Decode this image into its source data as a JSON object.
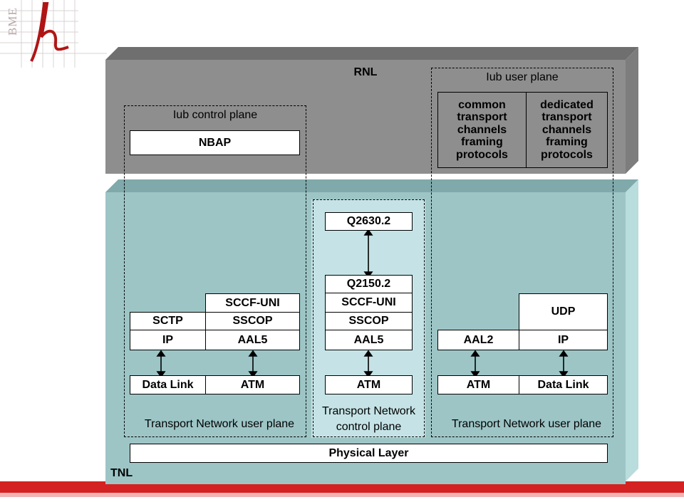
{
  "logo": {
    "text": "BME"
  },
  "rnl": {
    "label": "RNL"
  },
  "tnl": {
    "label": "TNL"
  },
  "iub_control": {
    "title": "Iub control plane",
    "nbap": "NBAP",
    "sctp": "SCTP",
    "sccf_uni": "SCCF-UNI",
    "sscop": "SSCOP",
    "ip": "IP",
    "aal5": "AAL5",
    "data_link": "Data Link",
    "atm": "ATM",
    "caption": "Transport Network user plane"
  },
  "tn_control": {
    "q2630": "Q2630.2",
    "q2150": "Q2150.2",
    "sccf_uni": "SCCF-UNI",
    "sscop": "SSCOP",
    "aal5": "AAL5",
    "atm": "ATM",
    "caption_line1": "Transport Network",
    "caption_line2": "control plane"
  },
  "iub_user": {
    "title": "Iub user plane",
    "common": [
      "common",
      "transport",
      "channels",
      "framing",
      "protocols"
    ],
    "dedicated": [
      "dedicated",
      "transport",
      "channels",
      "framing",
      "protocols"
    ],
    "udp": "UDP",
    "aal2": "AAL2",
    "ip": "IP",
    "atm": "ATM",
    "data_link": "Data Link",
    "caption": "Transport Network user plane"
  },
  "physical": "Physical Layer",
  "colors": {
    "rnl_fill": "#8e8e8e",
    "rnl_top": "#6f6f6f",
    "tnl_fill": "#9dc5c6",
    "tnl_top": "#7fa9aa",
    "tn_control_fill": "#c5e3e6",
    "footer_red": "#d42121"
  }
}
